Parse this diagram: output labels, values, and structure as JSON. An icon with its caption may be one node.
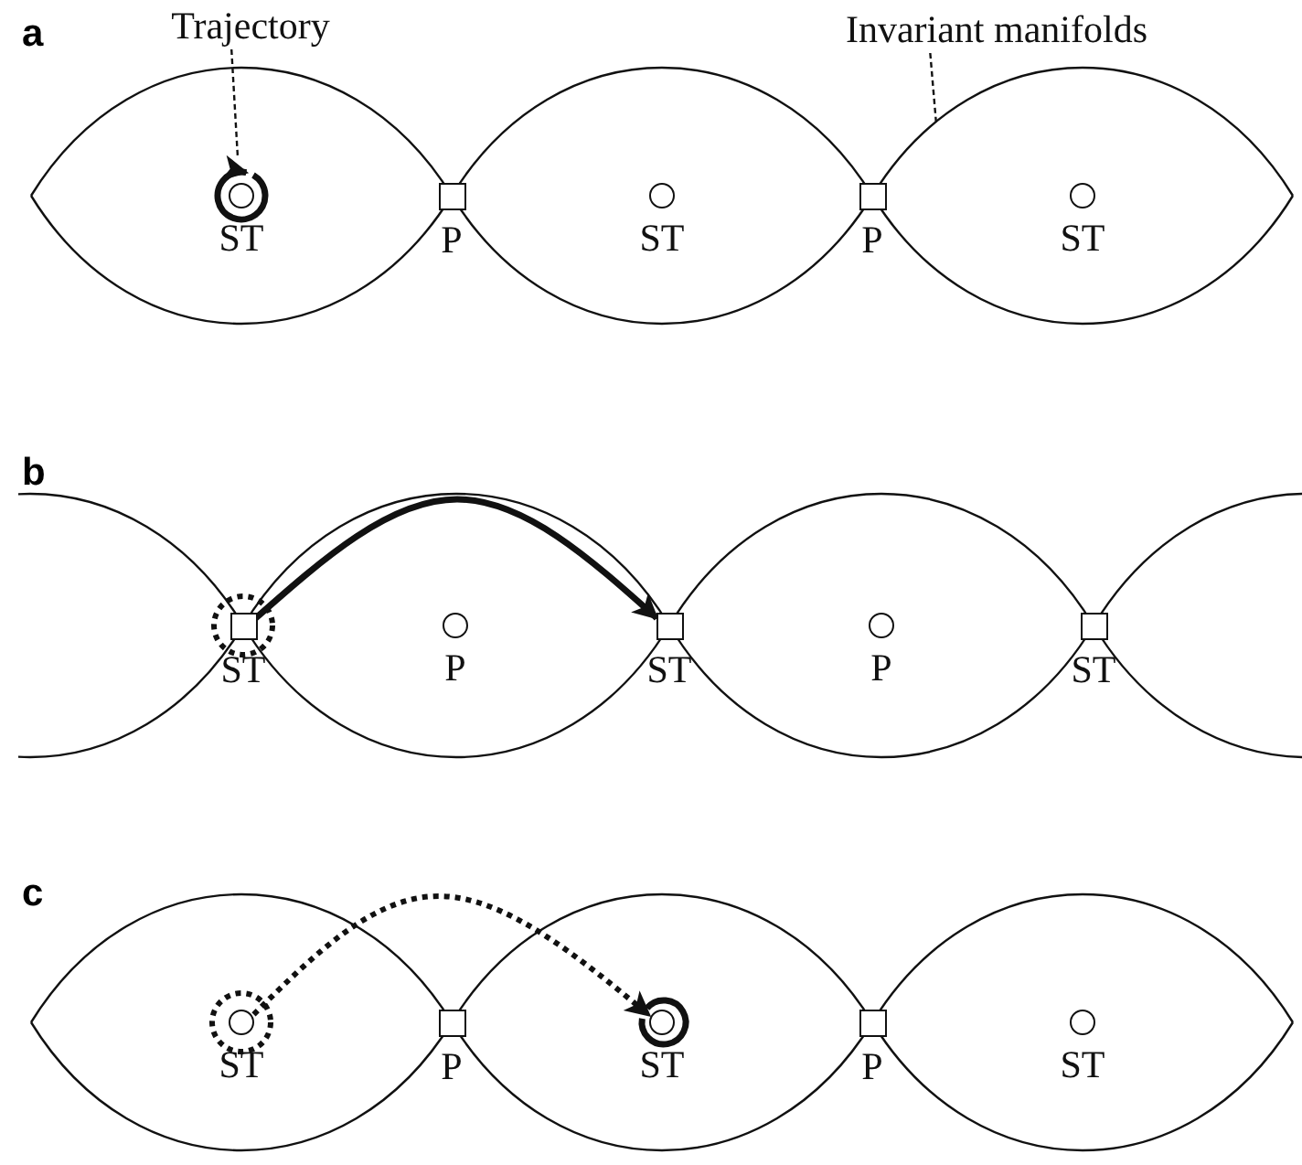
{
  "diagram": {
    "nodes": [
      {
        "text": [
          "Trajectory"
        ]
      },
      {
        "text": [
          "Invariant manifolds"
        ]
      },
      {
        "text": [
          "ST"
        ]
      },
      {
        "text": [
          "P"
        ]
      },
      {
        "text": [
          "ST"
        ]
      },
      {
        "text": [
          "P"
        ]
      },
      {
        "text": [
          "ST"
        ]
      },
      {
        "text": [
          "ST"
        ]
      },
      {
        "text": [
          "P"
        ]
      },
      {
        "text": [
          "ST"
        ]
      },
      {
        "text": [
          "P"
        ]
      },
      {
        "text": [
          "ST"
        ]
      },
      {
        "text": [
          "ST"
        ]
      },
      {
        "text": [
          "P"
        ]
      },
      {
        "text": [
          "ST"
        ]
      },
      {
        "text": [
          "P"
        ]
      },
      {
        "text": [
          "ST"
        ]
      }
    ],
    "edges": [
      {
        "from": 0,
        "to": null,
        "arrow": "none",
        "style": "dashed"
      },
      {
        "from": 1,
        "to": null,
        "arrow": "none",
        "style": "dashed"
      },
      {
        "from": 7,
        "to": 9,
        "arrow": "to",
        "style": "thick"
      },
      {
        "from": 12,
        "to": 14,
        "arrow": "to",
        "style": "dashed"
      }
    ],
    "labels": [
      "a",
      "b",
      "c"
    ]
  }
}
